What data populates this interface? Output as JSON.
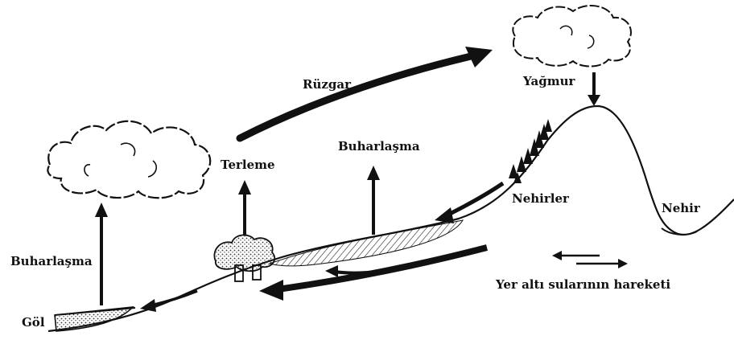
{
  "labels": {
    "ruzgar": "Rüzgar",
    "yagmur": "Yağmur",
    "buharlasma_center": "Buharlaşma",
    "terleme": "Terleme",
    "nehirler": "Nehirler",
    "nehir": "Nehir",
    "buharlasma_left": "Buharlaşma",
    "gol": "Göl",
    "yer_alti": "Yer altı sularının hareketi"
  }
}
